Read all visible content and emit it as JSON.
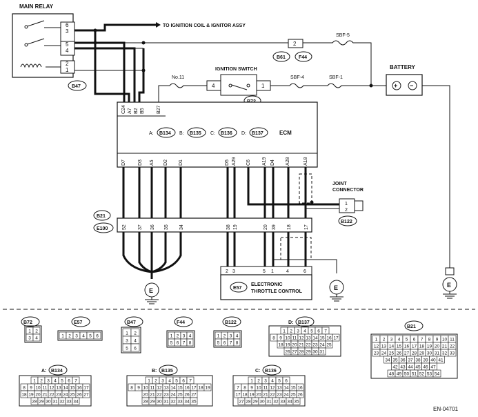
{
  "main_relay": {
    "title": "MAIN RELAY",
    "pins": [
      "6",
      "3",
      "5",
      "4",
      "2",
      "1"
    ],
    "connector": "B47"
  },
  "ignition_coil": {
    "label": "TO IGNITION COIL & IGNITOR ASSY"
  },
  "connector_b61": {
    "pin": "2",
    "name": "B61",
    "alt": "F44"
  },
  "fuses": {
    "sbf5": "SBF-5",
    "sbf4": "SBF-4",
    "sbf1": "SBF-1",
    "no11": "No.11"
  },
  "battery": {
    "label": "BATTERY",
    "plus": "+",
    "minus": "−"
  },
  "ignition_switch": {
    "label": "IGNITION SWITCH",
    "pin_left": "4",
    "pin_right": "1",
    "connector": "B72"
  },
  "ecm": {
    "label": "ECM",
    "top_pins": [
      "C24",
      "A7",
      "B2",
      "B5",
      "B27"
    ],
    "prefixes": [
      "A:",
      "B:",
      "C:",
      "D:"
    ],
    "conns": [
      "B134",
      "B135",
      "B136",
      "B137"
    ],
    "bottom_pins": [
      "D7",
      "D3",
      "A5",
      "D2",
      "D1",
      "D5",
      "A29",
      "C6",
      "A19",
      "D4",
      "A28",
      "A18"
    ]
  },
  "joint_connector": {
    "label1": "JOINT",
    "label2": "CONNECTOR",
    "pins": [
      "1",
      "2"
    ],
    "name": "B122"
  },
  "b21": {
    "name": "B21",
    "alt": "E100",
    "pins": [
      "52",
      "37",
      "36",
      "35",
      "34",
      "38",
      "19",
      "20",
      "39",
      "18",
      "17"
    ]
  },
  "etc": {
    "label1": "ELECTRONIC",
    "label2": "THROTTLE CONTROL",
    "name": "E57",
    "pins": [
      "2",
      "3",
      "5",
      "1",
      "4",
      "6"
    ]
  },
  "ground": {
    "label": "E"
  },
  "legend": {
    "b72": {
      "title": "B72",
      "rows": [
        [
          "1",
          "2"
        ],
        [
          "3",
          "4"
        ]
      ]
    },
    "e57": {
      "title": "E57",
      "rows": [
        [
          "1",
          "2",
          "3",
          "4",
          "5",
          "6"
        ]
      ]
    },
    "b47": {
      "title": "B47",
      "rows": [
        [
          "1",
          "2"
        ],
        [
          "3",
          "4"
        ],
        [
          "5",
          "6"
        ]
      ]
    },
    "f44": {
      "title": "F44",
      "rows": [
        [
          "1",
          "2",
          "3",
          "4"
        ],
        [
          "5",
          "6",
          "7",
          "8"
        ]
      ]
    },
    "b122": {
      "title": "B122",
      "rows": [
        [
          "1",
          "2",
          "3",
          "4"
        ],
        [
          "5",
          "6",
          "7",
          "8"
        ]
      ]
    },
    "b137": {
      "prefix": "D:",
      "title": "B137",
      "rows": [
        [
          "1",
          "2",
          "3",
          "4",
          "5",
          "6",
          "7"
        ],
        [
          "8",
          "9",
          "10",
          "11",
          "12",
          "13",
          "14",
          "15",
          "16",
          "17"
        ],
        [
          "18",
          "19",
          "20",
          "21",
          "22",
          "23",
          "24",
          "25"
        ],
        [
          "26",
          "27",
          "28",
          "29",
          "30",
          "31"
        ]
      ]
    },
    "b21": {
      "title": "B21",
      "rows": [
        [
          "1",
          "2",
          "3",
          "4",
          "5",
          "6",
          "7",
          "8",
          "9",
          "10",
          "11"
        ],
        [
          "12",
          "13",
          "14",
          "15",
          "16",
          "17",
          "18",
          "19",
          "20",
          "21",
          "22"
        ],
        [
          "23",
          "24",
          "25",
          "26",
          "27",
          "28",
          "29",
          "30",
          "31",
          "32",
          "33"
        ],
        [
          "34",
          "35",
          "36",
          "37",
          "38",
          "39",
          "40",
          "41"
        ],
        [
          "42",
          "43",
          "44",
          "45",
          "46",
          "47"
        ],
        [
          "48",
          "49",
          "50",
          "51",
          "52",
          "53",
          "54"
        ]
      ]
    },
    "b134": {
      "prefix": "A:",
      "title": "B134",
      "rows": [
        [
          "1",
          "2",
          "3",
          "4",
          "5",
          "6",
          "7"
        ],
        [
          "8",
          "9",
          "10",
          "11",
          "12",
          "13",
          "14",
          "15",
          "16",
          "17"
        ],
        [
          "18",
          "19",
          "20",
          "21",
          "22",
          "23",
          "24",
          "25",
          "26",
          "27"
        ],
        [
          "28",
          "29",
          "30",
          "31",
          "32",
          "33",
          "34"
        ]
      ]
    },
    "b135": {
      "prefix": "B:",
      "title": "B135",
      "rows": [
        [
          "1",
          "2",
          "3",
          "4",
          "5",
          "6",
          "7"
        ],
        [
          "8",
          "9",
          "10",
          "11",
          "12",
          "13",
          "14",
          "15",
          "16",
          "17",
          "18",
          "19"
        ],
        [
          "20",
          "21",
          "22",
          "23",
          "24",
          "25",
          "26",
          "27"
        ],
        [
          "28",
          "29",
          "30",
          "31",
          "32",
          "33",
          "34",
          "35"
        ]
      ]
    },
    "b136": {
      "prefix": "C:",
      "title": "B136",
      "rows": [
        [
          "1",
          "2",
          "3",
          "4",
          "5",
          "6"
        ],
        [
          "7",
          "8",
          "9",
          "10",
          "11",
          "12",
          "13",
          "14",
          "15",
          "16"
        ],
        [
          "17",
          "18",
          "19",
          "20",
          "21",
          "22",
          "23",
          "24",
          "25",
          "26"
        ],
        [
          "27",
          "28",
          "29",
          "30",
          "31",
          "32",
          "33",
          "34",
          "35"
        ]
      ]
    }
  },
  "code": "EN-04701"
}
